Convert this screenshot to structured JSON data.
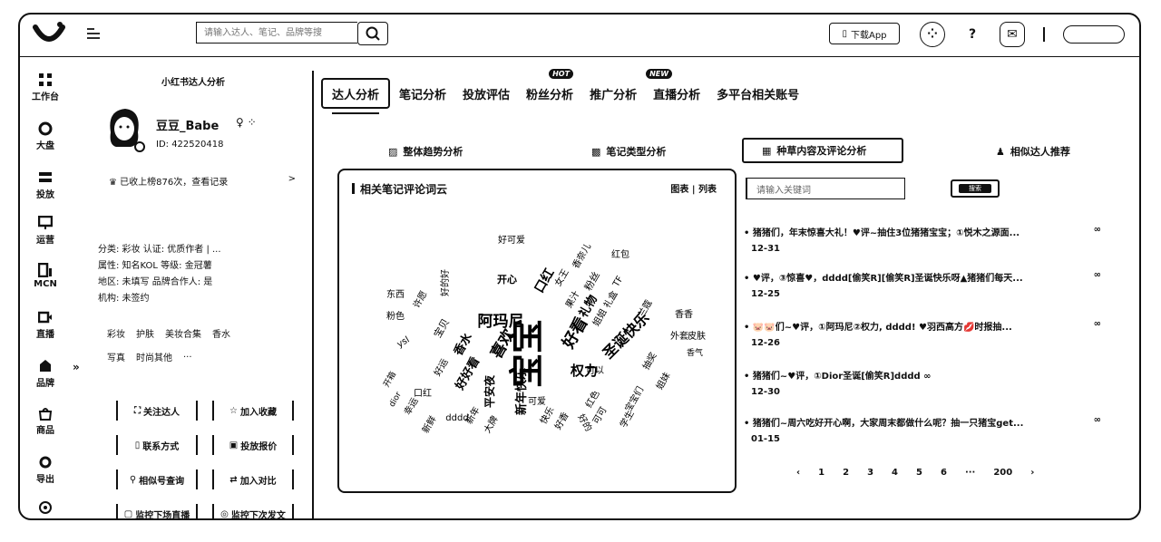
{
  "topbar": {
    "search_placeholder": "请输入达人、笔记、品牌等搜",
    "download_label": "下载App",
    "help_label": "?",
    "pill_label": ""
  },
  "nav": [
    {
      "label": "工作台",
      "icon": "workbench-icon"
    },
    {
      "label": "大盘",
      "icon": "market-icon"
    },
    {
      "label": "投放",
      "icon": "campaign-icon"
    },
    {
      "label": "运营",
      "icon": "operation-icon"
    },
    {
      "label": "MCN",
      "icon": "mcn-icon"
    },
    {
      "label": "直播",
      "icon": "live-icon"
    },
    {
      "label": "品牌",
      "icon": "brand-icon"
    },
    {
      "label": "商品",
      "icon": "goods-icon"
    },
    {
      "label": "导出",
      "icon": "export-icon"
    }
  ],
  "expand_label": "»",
  "profile": {
    "title": "小红书达人分析",
    "name": "豆豆_Babe",
    "id": "ID: 422520418",
    "note": "已收上榜876次，查看记录",
    "note_arrow": ">",
    "info": [
      "分类: 彩妆    认证: 优质作者 | ...",
      "属性: 知名KOL    等级: 金冠薯",
      "地区: 未填写    品牌合作人: 是",
      "机构: 未签约"
    ],
    "tags_row1": [
      "彩妆",
      "护肤",
      "美妆合集",
      "香水"
    ],
    "tags_row2": [
      "写真",
      "时尚其他",
      "..."
    ],
    "actions": [
      "关注达人",
      "加入收藏",
      "联系方式",
      "投放报价",
      "相似号查询",
      "加入对比",
      "监控下场直播",
      "监控下次发文"
    ]
  },
  "tabs": [
    {
      "label": "达人分析",
      "active": true
    },
    {
      "label": "笔记分析"
    },
    {
      "label": "投放评估"
    },
    {
      "label": "粉丝分析",
      "badge": "HOT"
    },
    {
      "label": "推广分析"
    },
    {
      "label": "直播分析",
      "badge": "NEW"
    },
    {
      "label": "多平台相关账号"
    }
  ],
  "subtabs": [
    {
      "label": "整体趋势分析"
    },
    {
      "label": "笔记类型分析"
    },
    {
      "label": "种草内容及评论分析",
      "active": true
    },
    {
      "label": "相似达人推荐"
    }
  ],
  "card": {
    "title": "相关笔记评论词云",
    "switch": "图表 | 列表"
  },
  "wordcloud": {
    "words": [
      "宝宝",
      "阿玛尼",
      "喜欢",
      "权力",
      "好看",
      "圣诞快乐",
      "开心",
      "口红",
      "礼物",
      "粉丝",
      "平安夜",
      "新年快乐",
      "好好看",
      "香水",
      "宝贝",
      "好运",
      "口红",
      "开箱",
      "ysl",
      "dddd",
      "红色",
      "可爱",
      "新年",
      "姐姐",
      "女王",
      "快乐",
      "TF",
      "兰蔻",
      "好可爱",
      "香奈儿",
      "果汁",
      "礼盒",
      "红包",
      "可以",
      "大牌",
      "香香",
      "外套",
      "皮肤",
      "香气",
      "东西",
      "粉色",
      "幸运",
      "dior",
      "可可",
      "好香",
      "好的",
      "抽奖",
      "姐妹",
      "宝宝们",
      "学生",
      "新鲜",
      "好的好",
      "许愿"
    ]
  },
  "comments_search_placeholder": "请输入关键词",
  "comments_search_btn": "搜索",
  "comments": [
    {
      "text": "• 猪猪们，年末惊喜大礼！♥评~抽住3位猪猪宝宝；①悦木之源面...",
      "date": "12-31"
    },
    {
      "text": "• ♥评，③惊喜♥，dddd[偷笑R][偷笑R]圣诞快乐呀▲猪猪们每天...",
      "date": "12-25"
    },
    {
      "text": "• 🐷🐷们~♥评，①阿玛尼②权力, dddd! ♥羽西高方💋时报抽...",
      "date": "12-26"
    },
    {
      "text": "• 猪猪们~♥评，①Dior圣诞[偷笑R]dddd ∞",
      "date": "12-30"
    },
    {
      "text": "• 猪猪们~周六吃好开心啊，大家周末都做什么呢？抽一只猪宝get...",
      "date": "01-15"
    }
  ],
  "more_label": "∞",
  "pager": [
    "‹",
    "1",
    "2",
    "3",
    "4",
    "5",
    "6",
    "···",
    "200",
    "›"
  ]
}
